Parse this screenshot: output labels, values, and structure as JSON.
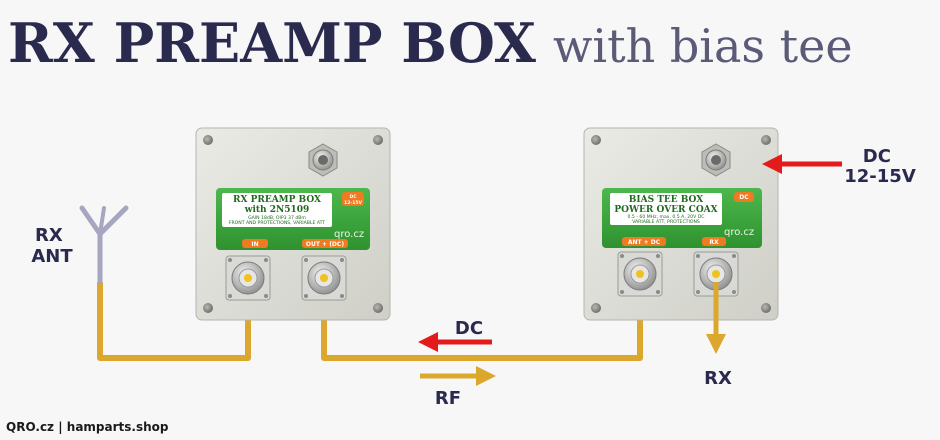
{
  "title": {
    "main": "RX PREAMP BOX",
    "sub": "with bias tee"
  },
  "labels": {
    "rx_ant_line1": "RX",
    "rx_ant_line2": "ANT",
    "dc_in_line1": "DC",
    "dc_in_line2": "12-15V",
    "dc_feed": "DC",
    "rf": "RF",
    "rx_out": "RX"
  },
  "preamp_box": {
    "title_line1": "RX PREAMP BOX",
    "title_line2": "with 2N5109",
    "spec_line1": "GAIN 18dB, OIP3 37 dBm",
    "spec_line2": "FRONT AND PROTECTIONS, VARIABLE ATT",
    "brand": "qro.cz",
    "dc_badge_line1": "DC",
    "dc_badge_line2": "12-15V",
    "port_in": "IN",
    "port_out": "OUT + (DC)"
  },
  "bias_tee_box": {
    "title_line1": "BIAS TEE BOX",
    "title_line2": "POWER OVER COAX",
    "spec_line1": "0.5 - 60 MHz, max. 0.5 A, 20V DC",
    "spec_line2": "VARIABLE ATT, PROTECTIONS",
    "brand": "qro.cz",
    "dc_badge": "DC",
    "port_ant": "ANT + DC",
    "port_rx": "RX"
  },
  "footer": "QRO.cz | hamparts.shop",
  "colors": {
    "title": "#2a2a4e",
    "cable": "#dba72c",
    "arrow_dc": "#e31b1b",
    "label_green": "#3aa63a",
    "badge_orange": "#f07a22",
    "box_grey": "#dcdcd6"
  },
  "icons": [
    "antenna-icon",
    "coax-connector-icon",
    "cable-gland-icon",
    "screw-icon"
  ]
}
